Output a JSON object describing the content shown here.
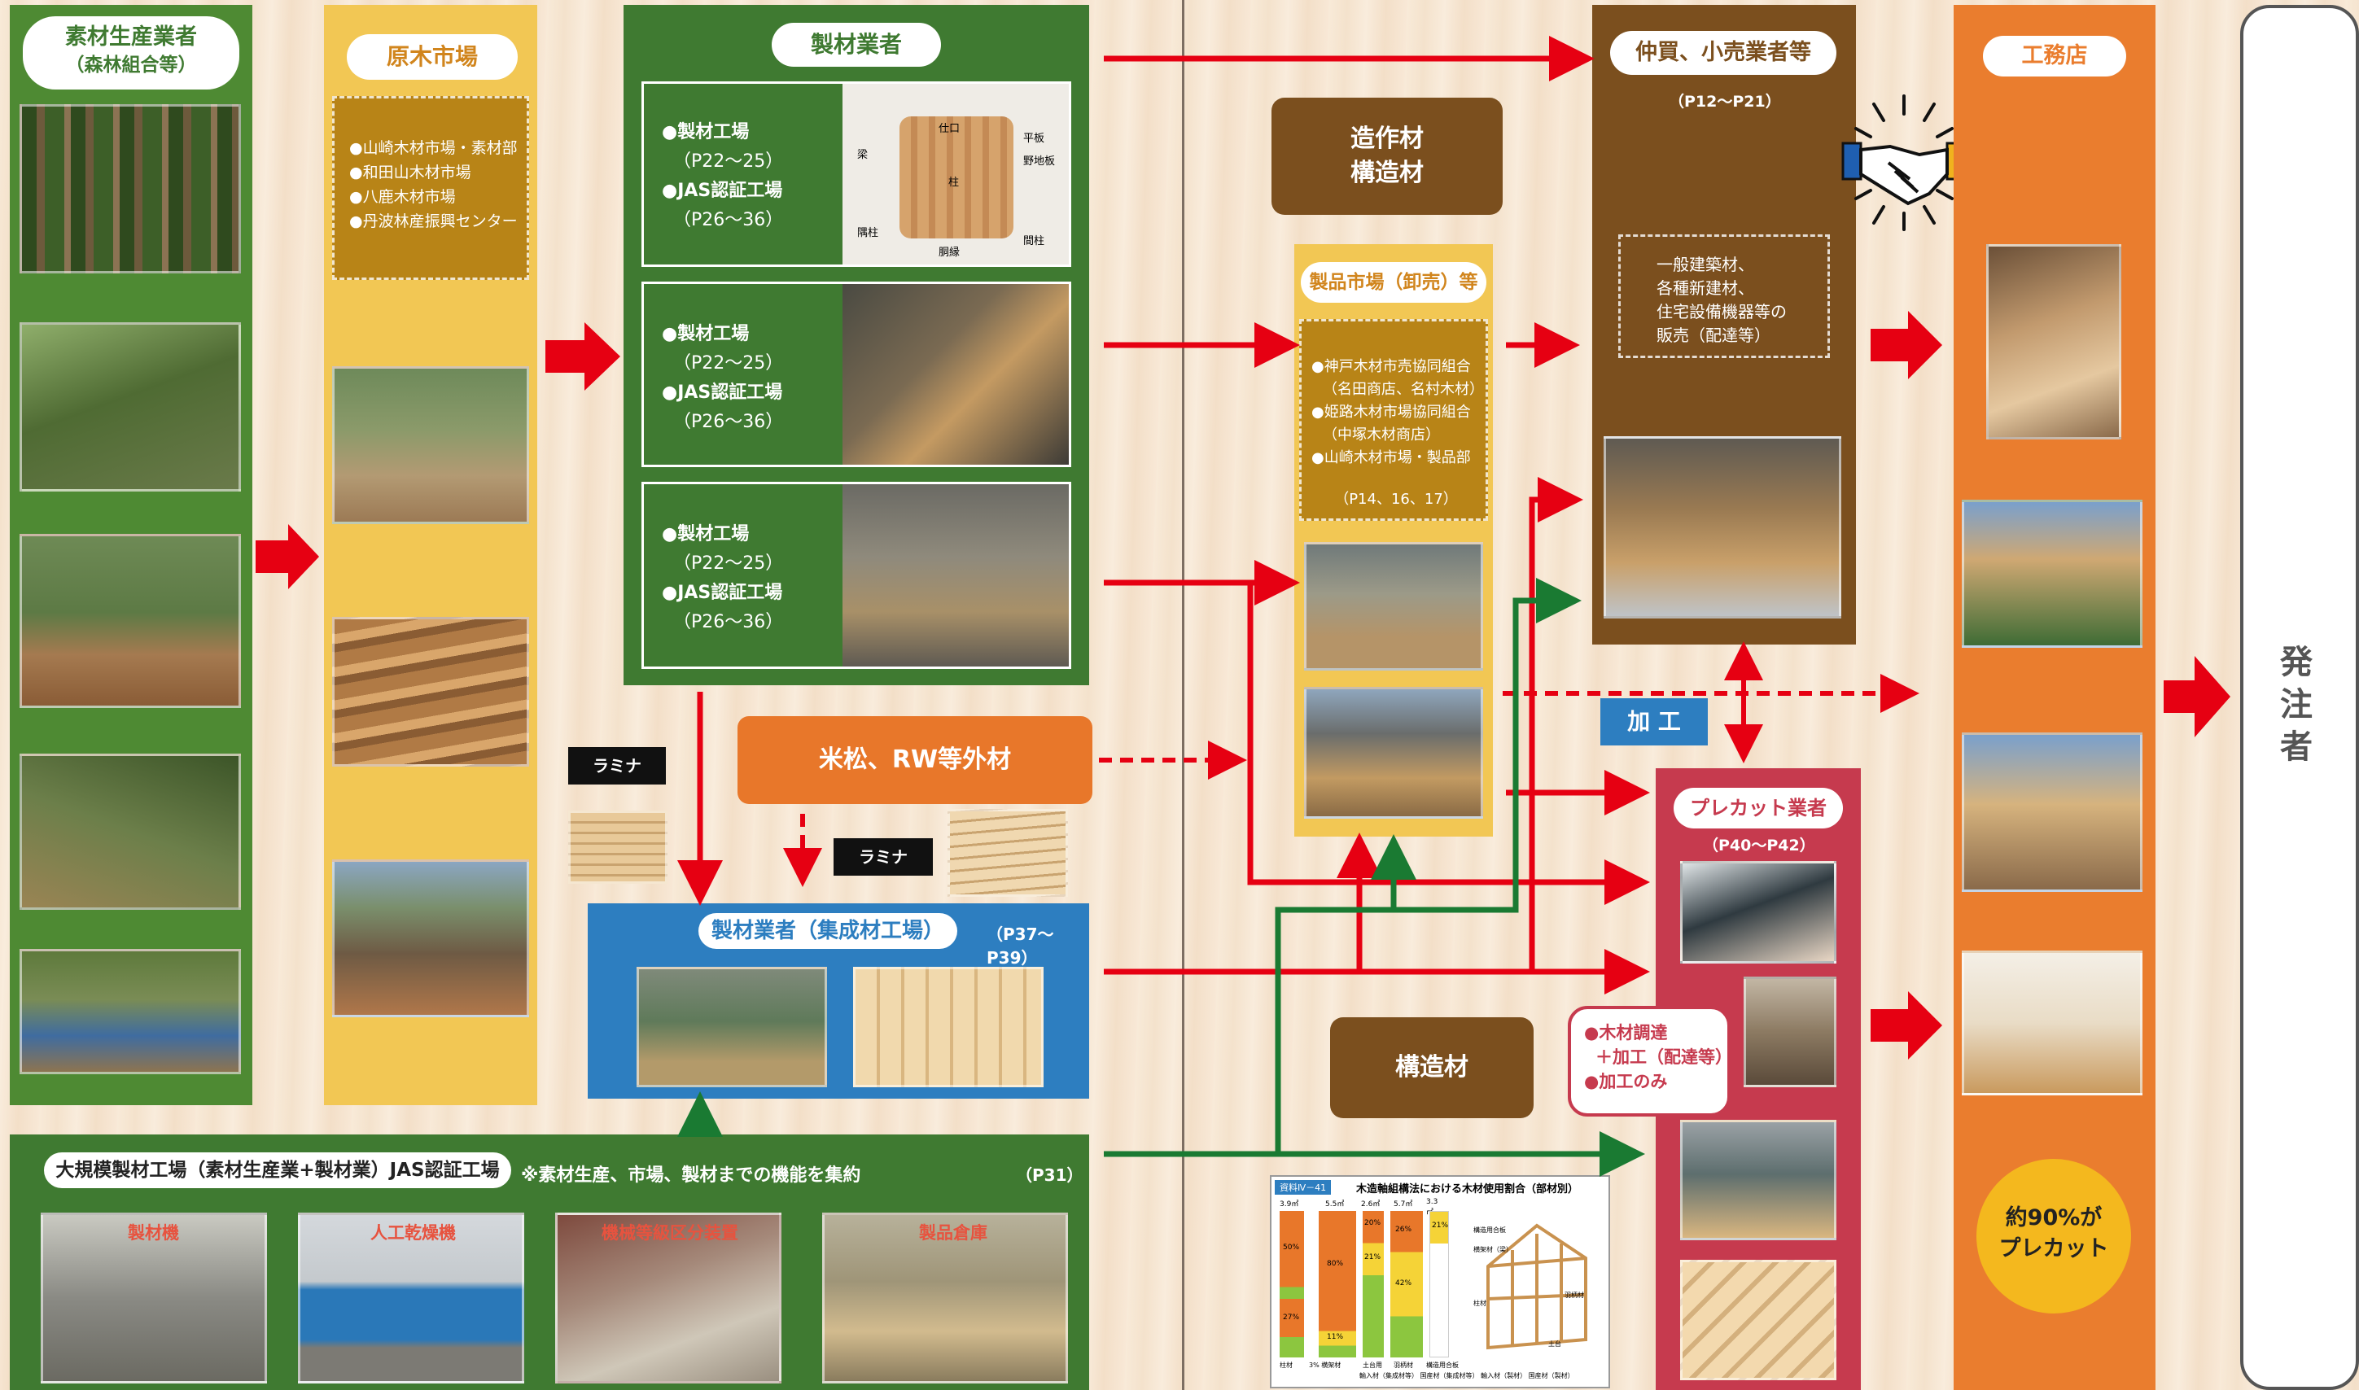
{
  "producers": {
    "title_line1": "素材生産業者",
    "title_line2": "（森林組合等）"
  },
  "log_market": {
    "title": "原木市場",
    "items": [
      "●山崎木材市場・素材部",
      "●和田山木材市場",
      "●八鹿木材市場",
      "●丹波林産振興センター"
    ]
  },
  "sawmill": {
    "title": "製材業者",
    "rows": [
      {
        "line1": "●製材工場",
        "line2": "（P22～25）",
        "line3": "●JAS認証工場",
        "line4": "（P26～36）"
      },
      {
        "line1": "●製材工場",
        "line2": "（P22～25）",
        "line3": "●JAS認証工場",
        "line4": "（P26～36）"
      },
      {
        "line1": "●製材工場",
        "line2": "（P22～25）",
        "line3": "●JAS認証工場",
        "line4": "（P26～36）"
      }
    ],
    "diagram_labels": [
      "仕口",
      "梁",
      "平板",
      "野地板",
      "柱",
      "隅柱",
      "胴縁",
      "間柱"
    ]
  },
  "laminated": {
    "title": "製材業者（集成材工場）",
    "pages": "（P37～P39）"
  },
  "lamina_tag_1": "ラミナ",
  "lamina_tag_2": "ラミナ",
  "imported": {
    "label": "米松、RW等外材"
  },
  "zousaku": {
    "line1": "造作材",
    "line2": "構造材"
  },
  "product_market": {
    "title": "製品市場（卸売）等",
    "items": [
      "●神戸木材市売協同組合",
      "（名田商店、名村木材）",
      "●姫路木材市場協同組合",
      "（中塚木材商店）",
      "●山崎木材市場・製品部"
    ],
    "pages": "（P14、16、17）"
  },
  "merchant": {
    "title": "仲買、小売業者等",
    "pages": "（P12～P21）",
    "desc": [
      "一般建築材、",
      "各種新建材、",
      "住宅設備機器等の",
      "販売（配達等）"
    ]
  },
  "kakou": {
    "label": "加 工"
  },
  "precut": {
    "title": "プレカット業者",
    "pages": "（P40～P42）",
    "bubble": [
      "●木材調達",
      "＋加工（配達等）",
      "●加工のみ"
    ]
  },
  "kouzouzai": {
    "label": "構造材"
  },
  "builder": {
    "title": "工務店",
    "circle_line1": "約90%が",
    "circle_line2": "プレカット"
  },
  "orderer": {
    "label": "発注者"
  },
  "large_mill": {
    "title": "大規模製材工場（素材生産業+製材業）JAS認証工場",
    "note": "※素材生産、市場、製材までの機能を集約",
    "pages": "（P31）",
    "photos": [
      "製材機",
      "人工乾燥機",
      "機械等級区分装置",
      "製品倉庫"
    ]
  },
  "reference_table": {
    "tag": "資料Ⅳ－41",
    "title": "木造軸組構法における木材使用割合（部材別）",
    "top_labels": [
      "3.9㎥",
      "5.5㎥",
      "2.6㎥",
      "5.7㎥",
      "3.3㎥"
    ],
    "bar_values": [
      "50%",
      "27%",
      "80%",
      "11%",
      "20%",
      "21%",
      "26%",
      "42%",
      "21%"
    ],
    "bottom_labels": [
      "柱材",
      "3% 横架材",
      "土台用",
      "羽柄材",
      "構造用合板"
    ],
    "legend": [
      "輸入材（集成材等）",
      "国産材（集成材等）",
      "輸入材（製材）",
      "国産材（製材）"
    ],
    "house_labels": [
      "構造用合板",
      "横架材（梁）",
      "羽柄材",
      "柱材",
      "土台"
    ]
  },
  "colors": {
    "green": "#4e8a33",
    "dark_green": "#3f7a31",
    "yellow": "#f2c754",
    "brown": "#7b4f1e",
    "orange": "#ea7d2e",
    "red": "#e60012",
    "blue": "#2d7ec0",
    "crimson": "#c63a4e"
  },
  "icons": [
    "arrow-right-icon",
    "handshake-icon",
    "double-arrow-icon"
  ]
}
